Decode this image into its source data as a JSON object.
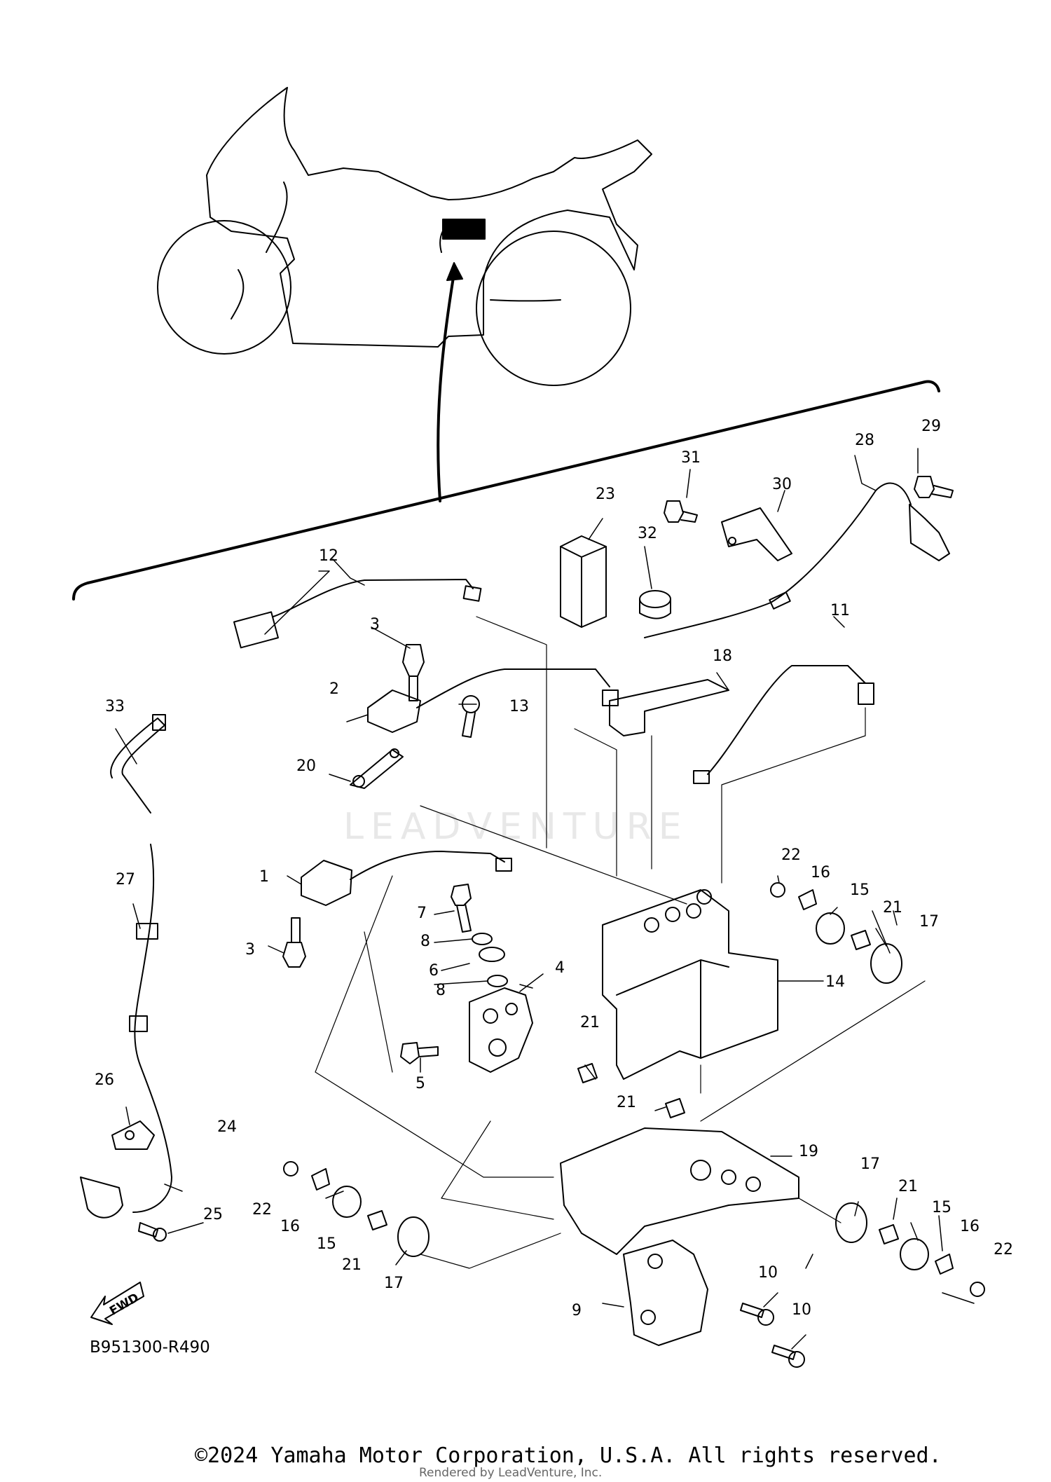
{
  "diagram": {
    "callouts": [
      {
        "id": "c1",
        "label": "1"
      },
      {
        "id": "c2",
        "label": "2"
      },
      {
        "id": "c3a",
        "label": "3"
      },
      {
        "id": "c3b",
        "label": "3"
      },
      {
        "id": "c4",
        "label": "4"
      },
      {
        "id": "c5",
        "label": "5"
      },
      {
        "id": "c6",
        "label": "6"
      },
      {
        "id": "c7",
        "label": "7"
      },
      {
        "id": "c8a",
        "label": "8"
      },
      {
        "id": "c8b",
        "label": "8"
      },
      {
        "id": "c9",
        "label": "9"
      },
      {
        "id": "c10a",
        "label": "10"
      },
      {
        "id": "c10b",
        "label": "10"
      },
      {
        "id": "c11",
        "label": "11"
      },
      {
        "id": "c12",
        "label": "12"
      },
      {
        "id": "c13",
        "label": "13"
      },
      {
        "id": "c14",
        "label": "14"
      },
      {
        "id": "c15a",
        "label": "15"
      },
      {
        "id": "c15b",
        "label": "15"
      },
      {
        "id": "c15c",
        "label": "15"
      },
      {
        "id": "c16a",
        "label": "16"
      },
      {
        "id": "c16b",
        "label": "16"
      },
      {
        "id": "c16c",
        "label": "16"
      },
      {
        "id": "c17a",
        "label": "17"
      },
      {
        "id": "c17b",
        "label": "17"
      },
      {
        "id": "c17c",
        "label": "17"
      },
      {
        "id": "c18",
        "label": "18"
      },
      {
        "id": "c19",
        "label": "19"
      },
      {
        "id": "c20",
        "label": "20"
      },
      {
        "id": "c21a",
        "label": "21"
      },
      {
        "id": "c21b",
        "label": "21"
      },
      {
        "id": "c21c",
        "label": "21"
      },
      {
        "id": "c21d",
        "label": "21"
      },
      {
        "id": "c21e",
        "label": "21"
      },
      {
        "id": "c22a",
        "label": "22"
      },
      {
        "id": "c22b",
        "label": "22"
      },
      {
        "id": "c22c",
        "label": "22"
      },
      {
        "id": "c23",
        "label": "23"
      },
      {
        "id": "c24",
        "label": "24"
      },
      {
        "id": "c25",
        "label": "25"
      },
      {
        "id": "c26",
        "label": "26"
      },
      {
        "id": "c27",
        "label": "27"
      },
      {
        "id": "c28",
        "label": "28"
      },
      {
        "id": "c29",
        "label": "29"
      },
      {
        "id": "c30",
        "label": "30"
      },
      {
        "id": "c31",
        "label": "31"
      },
      {
        "id": "c32",
        "label": "32"
      },
      {
        "id": "c33",
        "label": "33"
      }
    ],
    "fwd_label": "FWD",
    "diagram_code": "B951300-R490",
    "watermark": "LEADVENTURE"
  },
  "footer": {
    "copyright": "©2024 Yamaha Motor Corporation, U.S.A. All rights reserved.",
    "rendered_by": "Rendered by LeadVenture, Inc."
  }
}
